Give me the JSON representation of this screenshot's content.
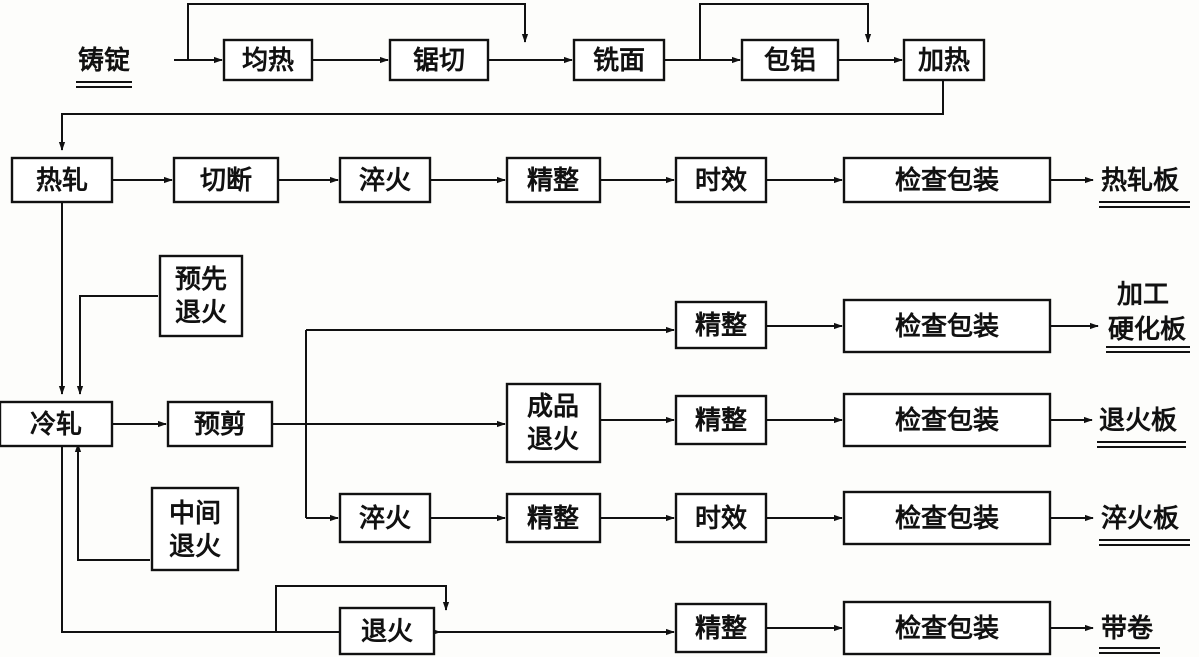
{
  "nodes": {
    "ingot": "铸锭",
    "homogenize": "均热",
    "saw": "锯切",
    "mill": "铣面",
    "clad": "包铝",
    "heat": "加热",
    "hot_roll": "热轧",
    "cut_off": "切断",
    "quench_a": "淬火",
    "finish_a": "精整",
    "aging_a": "时效",
    "inspect_a": "检查包装",
    "pre_anneal_1": "预先",
    "pre_anneal_2": "退火",
    "cold_roll": "冷轧",
    "pre_shear": "预剪",
    "finish_b": "精整",
    "inspect_b": "检查包装",
    "prod_anneal_1": "成品",
    "prod_anneal_2": "退火",
    "finish_c": "精整",
    "inspect_c": "检查包装",
    "inter_anneal_1": "中间",
    "inter_anneal_2": "退火",
    "quench_d": "淬火",
    "finish_d": "精整",
    "aging_d": "时效",
    "inspect_d": "检查包装",
    "anneal_e": "退火",
    "finish_e": "精整",
    "inspect_e": "检查包装"
  },
  "outputs": {
    "hot_rolled": "热轧板",
    "work_hardened_1": "加工",
    "work_hardened_2": "硬化板",
    "annealed": "退火板",
    "quenched": "淬火板",
    "coil": "带卷"
  }
}
